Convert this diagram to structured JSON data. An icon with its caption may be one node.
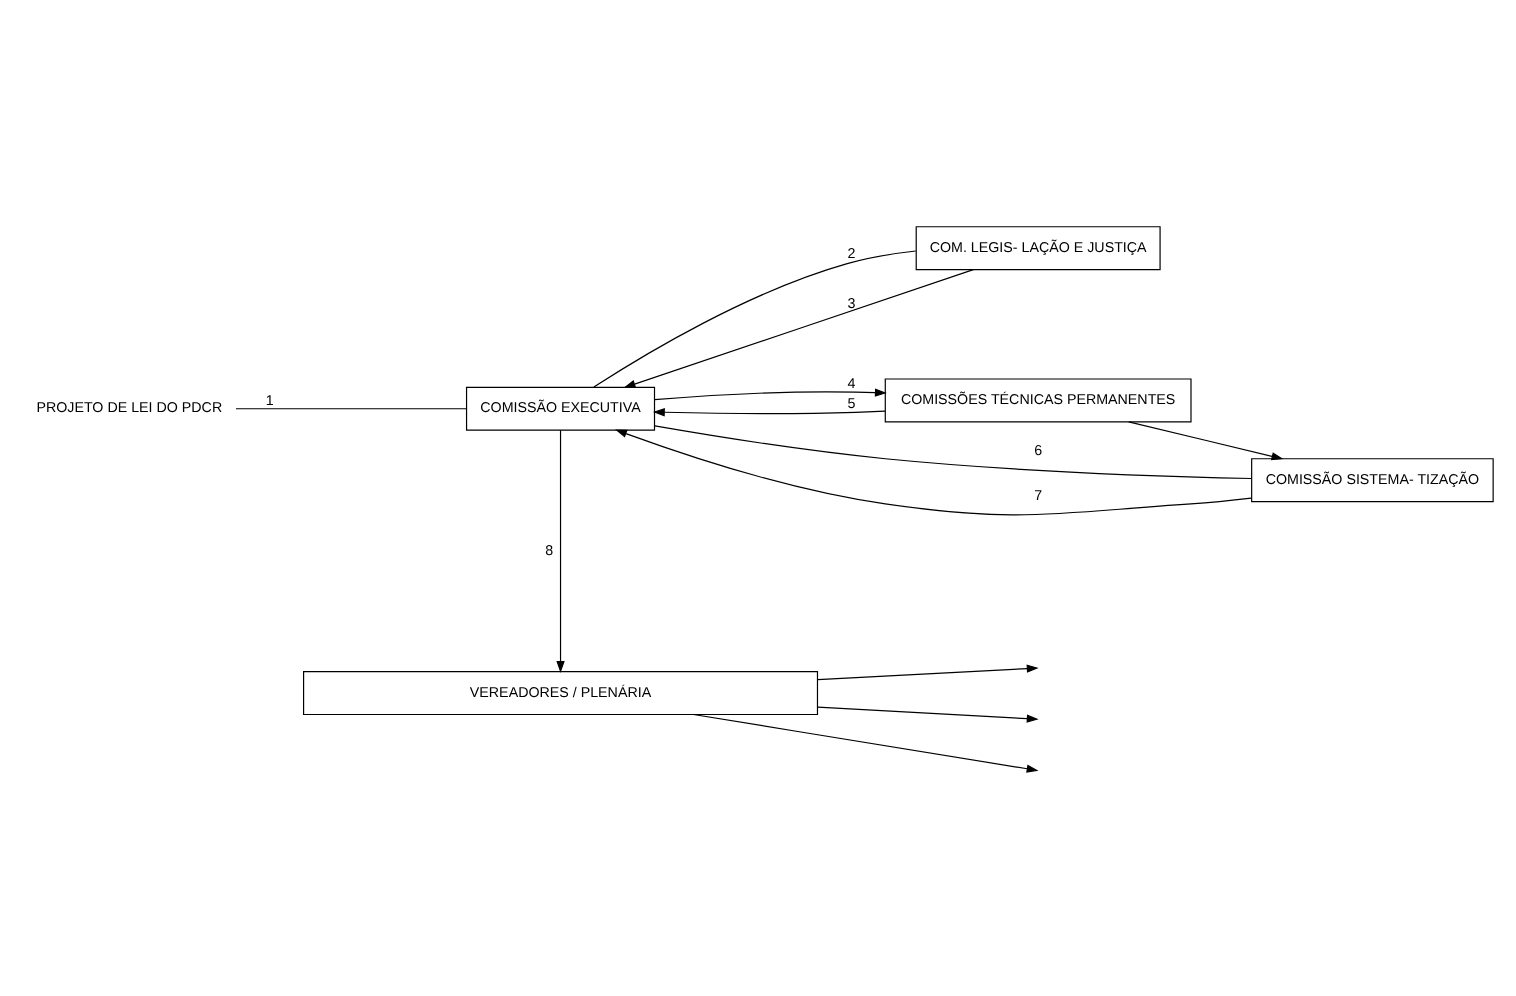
{
  "diagram": {
    "nodes": [
      {
        "text": [
          "PROJETO DE LEI DO PDCR"
        ]
      },
      {
        "text": [
          "COMISSÃO EXECUTIVA"
        ]
      },
      {
        "text": [
          "COM. LEGIS- LAÇÃO E JUSTIÇA"
        ]
      },
      {
        "text": [
          "COMISSÕES TÉCNICAS PERMANENTES"
        ]
      },
      {
        "text": [
          "COMISSÃO SISTEMA- TIZAÇÃO"
        ]
      },
      {
        "text": [
          "VEREADORES / PLENÁRIA"
        ]
      }
    ],
    "edges": [
      {
        "from": 0,
        "to": 1,
        "arrow": "none",
        "label": "1"
      },
      {
        "from": 1,
        "to": 2,
        "arrow": "none",
        "label": "2"
      },
      {
        "from": 2,
        "to": 1,
        "arrow": "to",
        "label": "3"
      },
      {
        "from": 1,
        "to": 3,
        "arrow": "to",
        "label": "4"
      },
      {
        "from": 3,
        "to": 1,
        "arrow": "to",
        "label": "5"
      },
      {
        "from": 1,
        "to": 4,
        "arrow": "none",
        "label": "6"
      },
      {
        "from": 4,
        "to": 1,
        "arrow": "to",
        "label": "7"
      },
      {
        "from": 1,
        "to": 5,
        "arrow": "to",
        "label": "8"
      },
      {
        "from": 3,
        "to": 4,
        "arrow": "to"
      },
      {
        "from": 5,
        "to": null,
        "arrow": "to"
      },
      {
        "from": 5,
        "to": null,
        "arrow": "to"
      },
      {
        "from": 5,
        "to": null,
        "arrow": "to"
      }
    ]
  }
}
